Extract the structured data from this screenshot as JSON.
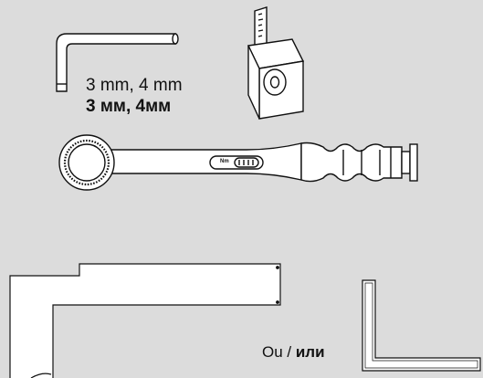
{
  "labels": {
    "hex_key_sizes_en": "3 mm, 4 mm",
    "hex_key_sizes_ru": "3 мм, 4мм",
    "or_prefix": "Ou / ",
    "or_ru": "или",
    "torque_unit": "Nm"
  }
}
